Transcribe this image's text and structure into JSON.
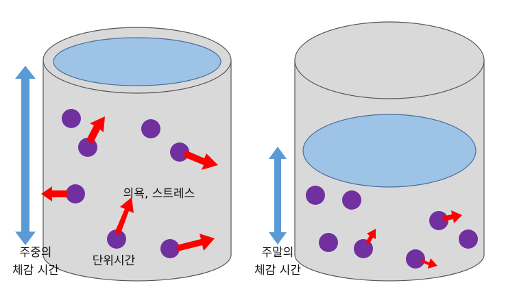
{
  "colors": {
    "cylinder": "#d9d9d9",
    "cylinder_edge": "#555555",
    "water": "#9dc3e6",
    "water_edge": "#4a6e9e",
    "particle": "#7030a0",
    "arrow": "#ff0000",
    "time_arrow": "#5b9bd5"
  },
  "weekday": {
    "label_line1": "주중의",
    "label_line2": "체감 시간",
    "motivation_label": "의욕, 스트레스",
    "unit_time_label": "단위시간"
  },
  "weekend": {
    "label_line1": "주말의",
    "label_line2": "체감 시간"
  }
}
